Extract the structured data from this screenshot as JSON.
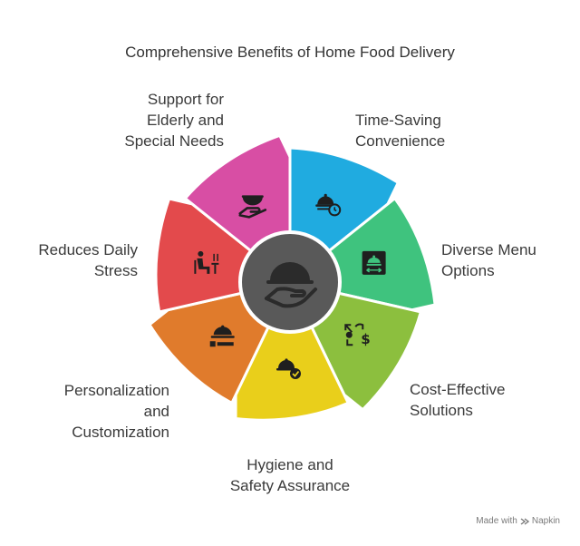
{
  "title": "Comprehensive Benefits of Home Food Delivery",
  "segments": [
    {
      "id": "time-saving",
      "lines": [
        "Time-Saving",
        "Convenience"
      ],
      "color": "#20abe0",
      "icon": "cloche-clock-icon"
    },
    {
      "id": "diverse-menu",
      "lines": [
        "Diverse Menu",
        "Options"
      ],
      "color": "#3fc37e",
      "icon": "menu-cloche-icon"
    },
    {
      "id": "cost-effective",
      "lines": [
        "Cost-Effective",
        "Solutions"
      ],
      "color": "#8cbf3e",
      "icon": "money-exchange-icon"
    },
    {
      "id": "hygiene",
      "lines": [
        "Hygiene and",
        "Safety Assurance"
      ],
      "color": "#e9cf1b",
      "icon": "cloche-check-icon"
    },
    {
      "id": "personalization",
      "lines": [
        "Personalization",
        "and",
        "Customization"
      ],
      "color": "#e07b2c",
      "icon": "cloche-tray-icon"
    },
    {
      "id": "stress",
      "lines": [
        "Reduces Daily",
        "Stress"
      ],
      "color": "#e34a4c",
      "icon": "dining-person-icon"
    },
    {
      "id": "elderly",
      "lines": [
        "Support for",
        "Elderly and",
        "Special Needs"
      ],
      "color": "#d84ea4",
      "icon": "bowl-hand-icon"
    }
  ],
  "center": {
    "color": "#595959",
    "icon": "cloche-hand-icon"
  },
  "branding": {
    "made_with": "Made with",
    "brand": "Napkin",
    "icon": "napkin-logo-icon"
  }
}
